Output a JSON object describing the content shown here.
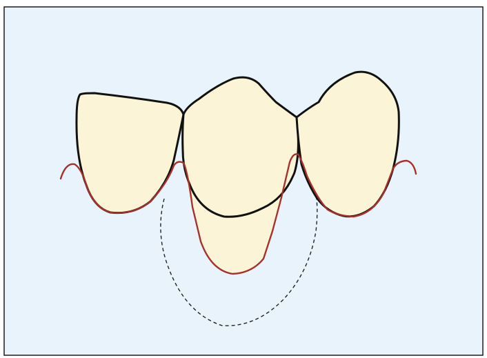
{
  "diagram": {
    "colors": {
      "background": "#e9f3fb",
      "frame": "#1a1a1a",
      "tooth_fill": "#fcf4d6",
      "tooth_outline": "#111111",
      "gingival_line": "#a7302a",
      "dashed_outline": "#222222"
    },
    "elements": [
      "left-tooth",
      "central-tooth",
      "right-tooth",
      "lower-crown-extension",
      "gingival-margin-line",
      "dashed-root-outline"
    ]
  }
}
